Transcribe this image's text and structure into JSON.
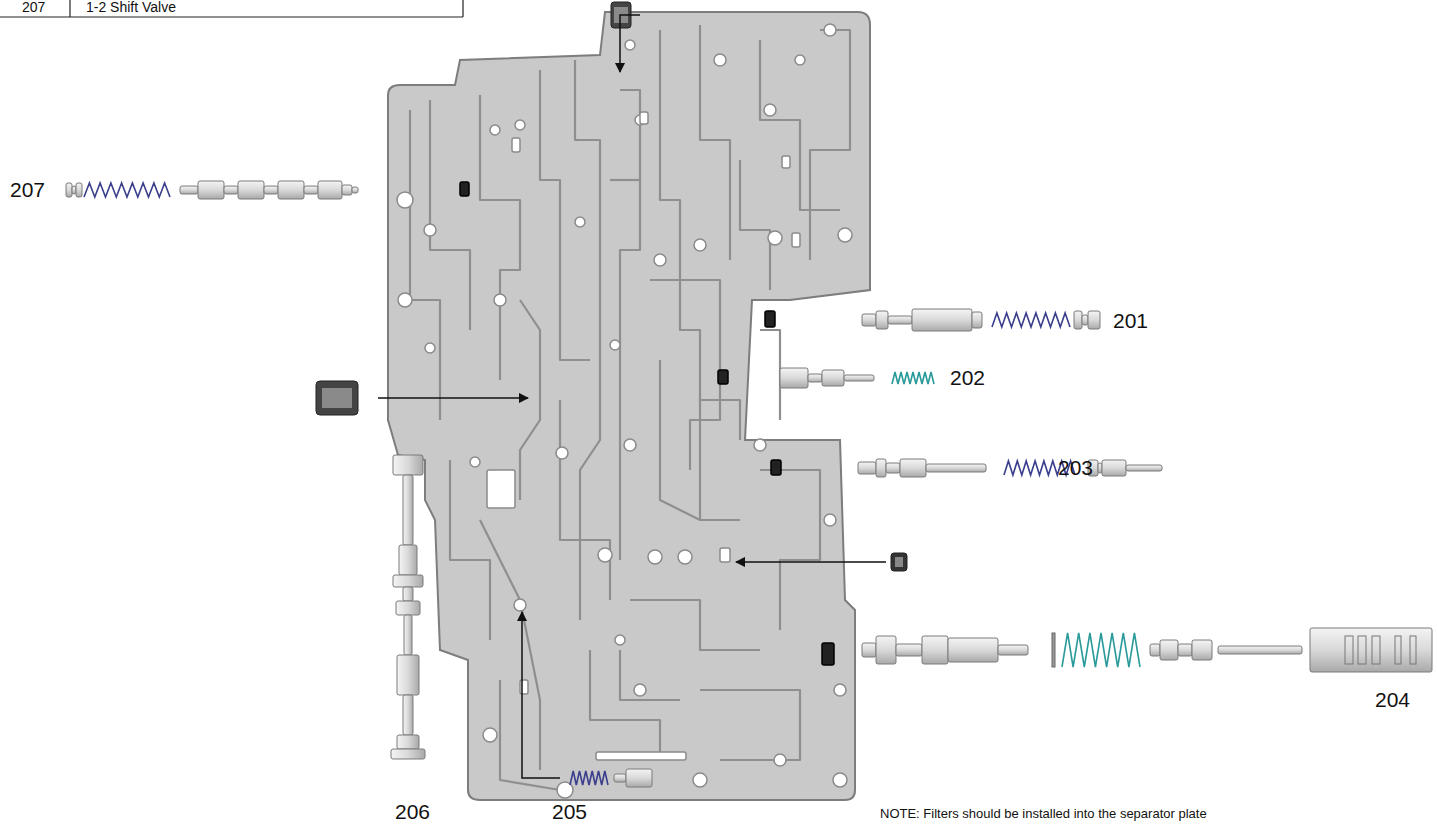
{
  "diagram": {
    "labels": [
      "207",
      "1-2 Shift Valve",
      "207",
      "201",
      "202",
      "203",
      "204",
      "205",
      "206",
      "NOTE: Filters should be installed into the separator plate"
    ]
  }
}
